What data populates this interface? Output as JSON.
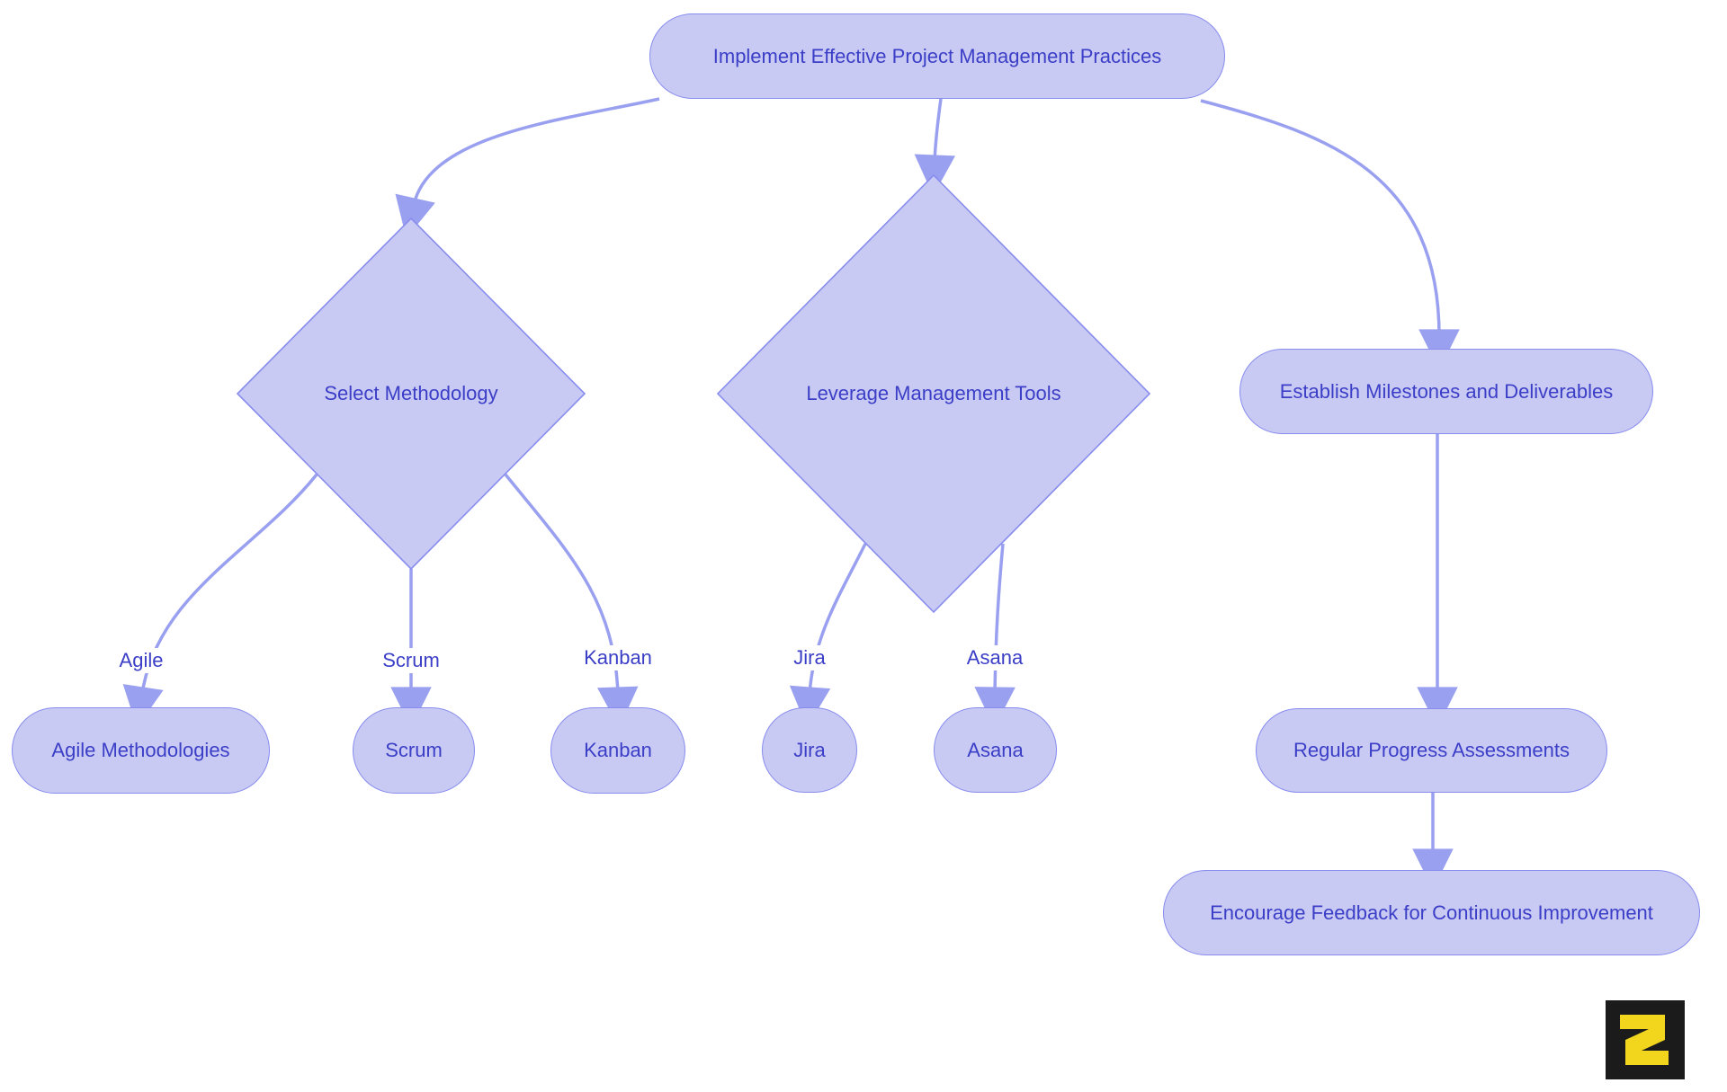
{
  "nodes": {
    "root": "Implement Effective Project Management Practices",
    "select_methodology": "Select Methodology",
    "leverage_tools": "Leverage Management Tools",
    "milestones": "Establish Milestones and Deliverables",
    "agile": "Agile Methodologies",
    "scrum": "Scrum",
    "kanban": "Kanban",
    "jira": "Jira",
    "asana": "Asana",
    "assessments": "Regular Progress Assessments",
    "feedback": "Encourage Feedback for Continuous Improvement"
  },
  "edge_labels": {
    "agile": "Agile",
    "scrum": "Scrum",
    "kanban": "Kanban",
    "jira": "Jira",
    "asana": "Asana"
  },
  "colors": {
    "node_fill": "#c9caf4",
    "node_border": "#878ced",
    "node_text": "#3b3ec6",
    "edge": "#9aa0f0",
    "canvas": "#ffffff",
    "logo_bg": "#1b1b1b",
    "logo_glyph": "#f2d51d"
  }
}
